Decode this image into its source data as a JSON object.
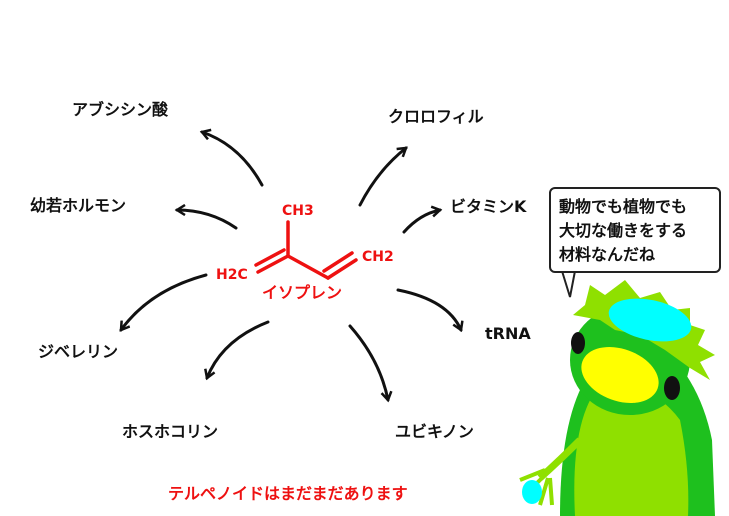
{
  "center": {
    "name": "イソプレン",
    "formula": {
      "top": "CH3",
      "left": "H2C",
      "right": "CH2"
    }
  },
  "products": [
    "アブシシン酸",
    "クロロフィル",
    "幼若ホルモン",
    "ビタミンK",
    "ジベレリン",
    "tRNA",
    "ホスホコリン",
    "ユビキノン"
  ],
  "footer": "テルペノイドはまだまだあります",
  "speech": {
    "lines": [
      "動物でも植物でも",
      "大切な働きをする",
      "材料なんだね"
    ]
  },
  "colors": {
    "accent": "#ee1111",
    "character_body": "#8fe000",
    "character_dark": "#1ec01e",
    "plate": "#00ffff",
    "beak": "#ffff00"
  }
}
